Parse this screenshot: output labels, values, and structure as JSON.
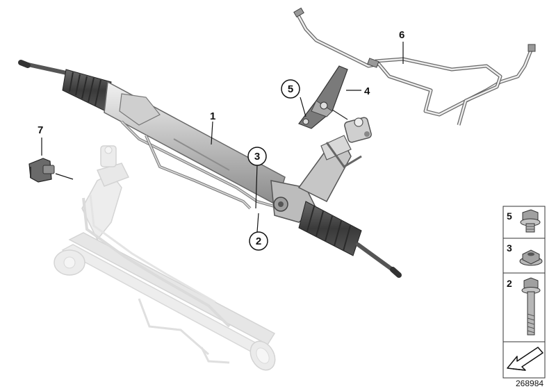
{
  "callouts": {
    "c1": "1",
    "c2": "2",
    "c3": "3",
    "c4": "4",
    "c5": "5",
    "c6": "6",
    "c7": "7"
  },
  "legend": {
    "row5": "5",
    "row3": "3",
    "row2": "2"
  },
  "reference_number": "268984",
  "colors": {
    "part_dark": "#555555",
    "part_mid": "#9a9a9a",
    "part_light": "#c8c8c8",
    "ghost": "#e6e6e6",
    "ghost_stroke": "#cfcfcf",
    "line": "#222222"
  }
}
